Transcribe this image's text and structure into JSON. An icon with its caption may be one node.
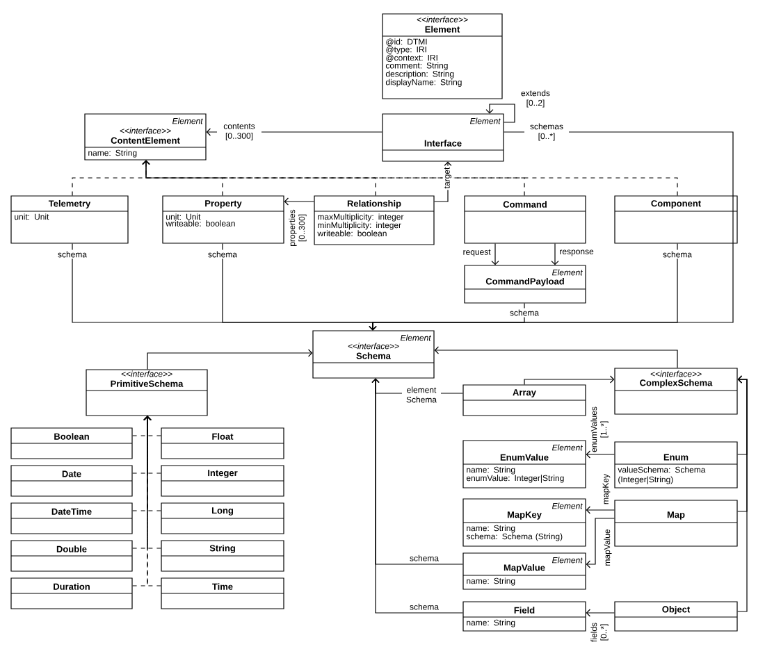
{
  "diagram": {
    "nodes": [
      {
        "text": [
          "<<interface>>",
          "Element",
          "@id: DTMI",
          "@type: IRI",
          "@context: IRI",
          "comment: String",
          "description: String",
          "displayName: String"
        ]
      },
      {
        "text": [
          "Element",
          "<<interface>>",
          "ContentElement",
          "name: String"
        ]
      },
      {
        "text": [
          "Element",
          "Interface"
        ]
      },
      {
        "text": [
          "Telemetry",
          "unit: Unit"
        ]
      },
      {
        "text": [
          "Property",
          "unit: Unit",
          "writeable: boolean"
        ]
      },
      {
        "text": [
          "Relationship",
          "maxMultiplicity: integer",
          "minMultiplicity: integer",
          "writeable: boolean"
        ]
      },
      {
        "text": [
          "Command"
        ]
      },
      {
        "text": [
          "Component"
        ]
      },
      {
        "text": [
          "Element",
          "CommandPayload"
        ]
      },
      {
        "text": [
          "Element",
          "<<interface>>",
          "Schema"
        ]
      },
      {
        "text": [
          "<<interface>>",
          "PrimitiveSchema"
        ]
      },
      {
        "text": [
          "Boolean"
        ]
      },
      {
        "text": [
          "Float"
        ]
      },
      {
        "text": [
          "Date"
        ]
      },
      {
        "text": [
          "Integer"
        ]
      },
      {
        "text": [
          "DateTime"
        ]
      },
      {
        "text": [
          "Long"
        ]
      },
      {
        "text": [
          "Double"
        ]
      },
      {
        "text": [
          "String"
        ]
      },
      {
        "text": [
          "Duration"
        ]
      },
      {
        "text": [
          "Time"
        ]
      },
      {
        "text": [
          "Array"
        ]
      },
      {
        "text": [
          "<<interface>>",
          "ComplexSchema"
        ]
      },
      {
        "text": [
          "Element",
          "EnumValue",
          "name: String",
          "enumValue: Integer|String"
        ]
      },
      {
        "text": [
          "Enum",
          "valueSchema: Schema (Integer|String)"
        ]
      },
      {
        "text": [
          "Element",
          "MapKey",
          "name: String",
          "schema: Schema (String)"
        ]
      },
      {
        "text": [
          "Map"
        ]
      },
      {
        "text": [
          "Element",
          "MapValue",
          "name: String"
        ]
      },
      {
        "text": [
          "Field",
          "name: String"
        ]
      },
      {
        "text": [
          "Object"
        ]
      }
    ],
    "edges": [
      {
        "from": 2,
        "to": 2,
        "arrow": "to",
        "label": "extends [0..2]"
      },
      {
        "from": 2,
        "to": 1,
        "arrow": "to",
        "label": "contents [0..300]"
      },
      {
        "from": 2,
        "to": 9,
        "arrow": "to",
        "label": "schemas [0..*]"
      },
      {
        "from": 3,
        "to": 1,
        "arrow": "to",
        "style": "dashed"
      },
      {
        "from": 4,
        "to": 1,
        "arrow": "to",
        "style": "dashed"
      },
      {
        "from": 5,
        "to": 1,
        "arrow": "to",
        "style": "dashed"
      },
      {
        "from": 6,
        "to": 1,
        "arrow": "to",
        "style": "dashed"
      },
      {
        "from": 7,
        "to": 1,
        "arrow": "to",
        "style": "dashed"
      },
      {
        "from": 5,
        "to": 2,
        "arrow": "to",
        "label": "target"
      },
      {
        "from": 5,
        "to": 4,
        "arrow": "to",
        "label": "properties [0..300]"
      },
      {
        "from": 6,
        "to": 8,
        "arrow": "to",
        "label": "request"
      },
      {
        "from": 6,
        "to": 8,
        "arrow": "to",
        "label": "response"
      },
      {
        "from": 3,
        "to": 9,
        "arrow": "to",
        "label": "schema"
      },
      {
        "from": 4,
        "to": 9,
        "arrow": "to",
        "label": "schema"
      },
      {
        "from": 8,
        "to": 9,
        "arrow": "to",
        "label": "schema"
      },
      {
        "from": 7,
        "to": 9,
        "arrow": "to",
        "label": "schema"
      },
      {
        "from": 10,
        "to": 9,
        "arrow": "to"
      },
      {
        "from": 22,
        "to": 9,
        "arrow": "to"
      },
      {
        "from": 11,
        "to": 10,
        "arrow": "to",
        "style": "dashed"
      },
      {
        "from": 12,
        "to": 10,
        "arrow": "to",
        "style": "dashed"
      },
      {
        "from": 13,
        "to": 10,
        "arrow": "to",
        "style": "dashed"
      },
      {
        "from": 14,
        "to": 10,
        "arrow": "to",
        "style": "dashed"
      },
      {
        "from": 15,
        "to": 10,
        "arrow": "to",
        "style": "dashed"
      },
      {
        "from": 16,
        "to": 10,
        "arrow": "to",
        "style": "dashed"
      },
      {
        "from": 17,
        "to": 10,
        "arrow": "to",
        "style": "dashed"
      },
      {
        "from": 18,
        "to": 10,
        "arrow": "to",
        "style": "dashed"
      },
      {
        "from": 19,
        "to": 10,
        "arrow": "to",
        "style": "dashed"
      },
      {
        "from": 20,
        "to": 10,
        "arrow": "to",
        "style": "dashed"
      },
      {
        "from": 21,
        "to": 22,
        "arrow": "to"
      },
      {
        "from": 21,
        "to": 9,
        "arrow": "to",
        "label": "element Schema"
      },
      {
        "from": 24,
        "to": 22,
        "arrow": "to"
      },
      {
        "from": 26,
        "to": 22,
        "arrow": "to"
      },
      {
        "from": 29,
        "to": 22,
        "arrow": "to"
      },
      {
        "from": 24,
        "to": 23,
        "arrow": "to",
        "label": "enumValues [1..*]"
      },
      {
        "from": 26,
        "to": 25,
        "arrow": "to",
        "label": "mapKey"
      },
      {
        "from": 26,
        "to": 27,
        "arrow": "to",
        "label": "mapValue"
      },
      {
        "from": 29,
        "to": 28,
        "arrow": "to",
        "label": "fields [0..*]"
      },
      {
        "from": 27,
        "to": 9,
        "arrow": "to",
        "label": "schema"
      },
      {
        "from": 28,
        "to": 9,
        "arrow": "to",
        "label": "schema"
      }
    ]
  }
}
